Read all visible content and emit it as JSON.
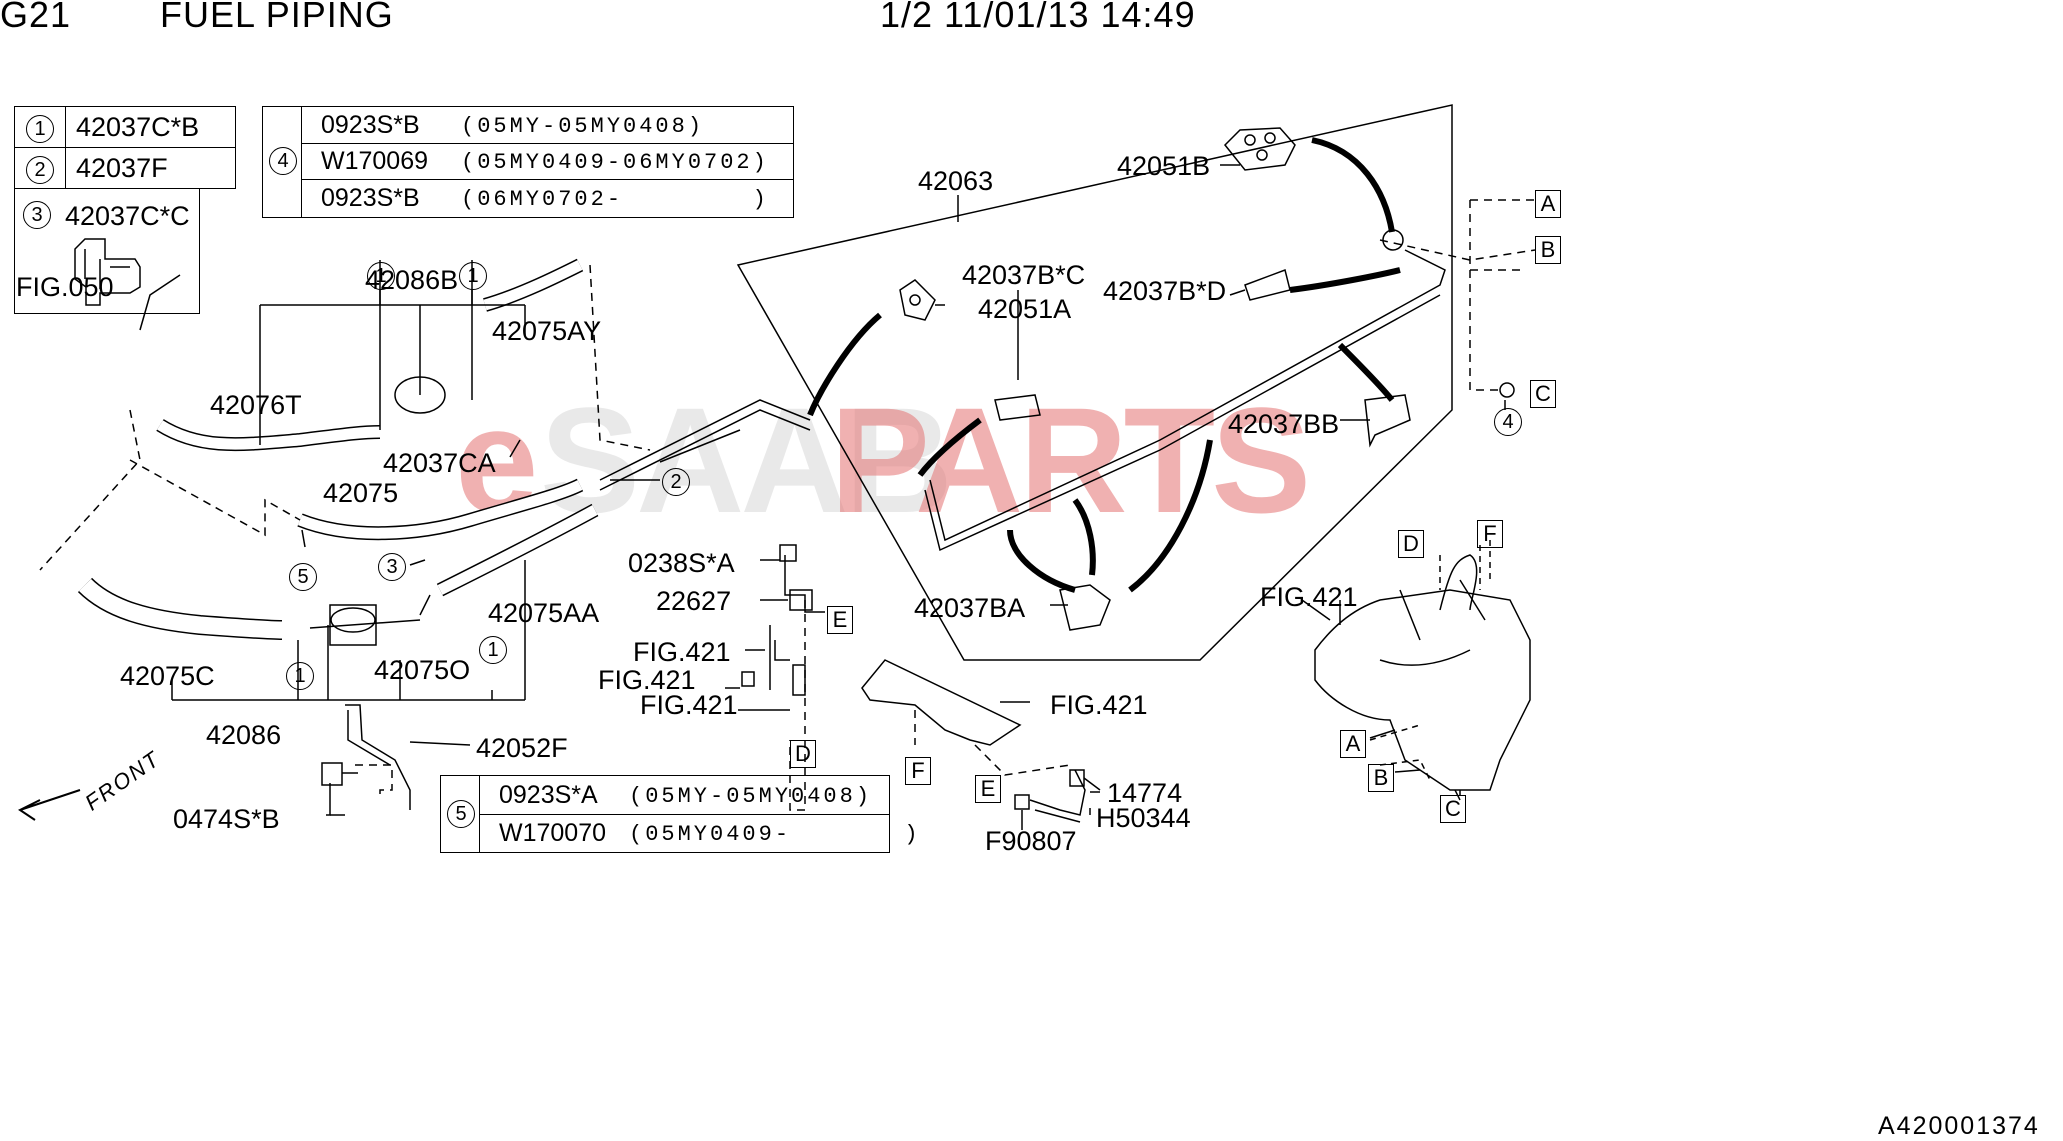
{
  "header": {
    "code": "G21",
    "title": "FUEL PIPING",
    "page_info": "1/2 11/01/13 14:49"
  },
  "legend_a": [
    {
      "key": "1",
      "part": "42037C*B"
    },
    {
      "key": "2",
      "part": "42037F"
    }
  ],
  "legend_b": {
    "key": "3",
    "part": "42037C*C"
  },
  "legend_c": {
    "key": "4",
    "rows": [
      {
        "part": "0923S*B",
        "range": "(05MY-05MY0408)"
      },
      {
        "part": "W170069",
        "range": "(05MY0409-06MY0702)"
      },
      {
        "part": "0923S*B",
        "range": "(06MY0702-        )"
      }
    ]
  },
  "legend_d": {
    "key": "5",
    "rows": [
      {
        "part": "0923S*A",
        "range": "(05MY-05MY0408)"
      },
      {
        "part": "W170070",
        "range": "(05MY0409-       )"
      }
    ]
  },
  "labels": {
    "fig050": "FIG.050",
    "p42086B": "42086B",
    "p42075AY": "42075AY",
    "p42076T": "42076T",
    "p42037CA": "42037CA",
    "p42075": "42075",
    "p42075AA": "42075AA",
    "p42075C": "42075C",
    "p42075O": "42075O",
    "p42086": "42086",
    "p42052F": "42052F",
    "p0474SB": "0474S*B",
    "p42063": "42063",
    "p42051B": "42051B",
    "p42051A": "42051A",
    "p42037BD": "42037B*D",
    "p42037BC": "42037B*C",
    "p42037BB": "42037BB",
    "p42037BA": "42037BA",
    "p0238SA": "0238S*A",
    "p22627": "22627",
    "fig421_a": "FIG.421",
    "fig421_b": "FIG.421",
    "fig421_c": "FIG.421",
    "fig421_d": "FIG.421",
    "fig421_e": "FIG.421",
    "p14774": "14774",
    "pH50344": "H50344",
    "pF90807": "F90807",
    "front": "FRONT",
    "diagram_id": "A420001374"
  },
  "callouts": {
    "one": "1",
    "two": "2",
    "three": "3",
    "four": "4",
    "five": "5"
  },
  "refs": {
    "A": "A",
    "B": "B",
    "C": "C",
    "D": "D",
    "E": "E",
    "F": "F"
  },
  "watermark": {
    "e": "e",
    "saab": "SAAB",
    "parts": "PARTS",
    "color_e": "#e57373",
    "color_saab": "#e0e0e0",
    "color_parts": "#e57373"
  }
}
